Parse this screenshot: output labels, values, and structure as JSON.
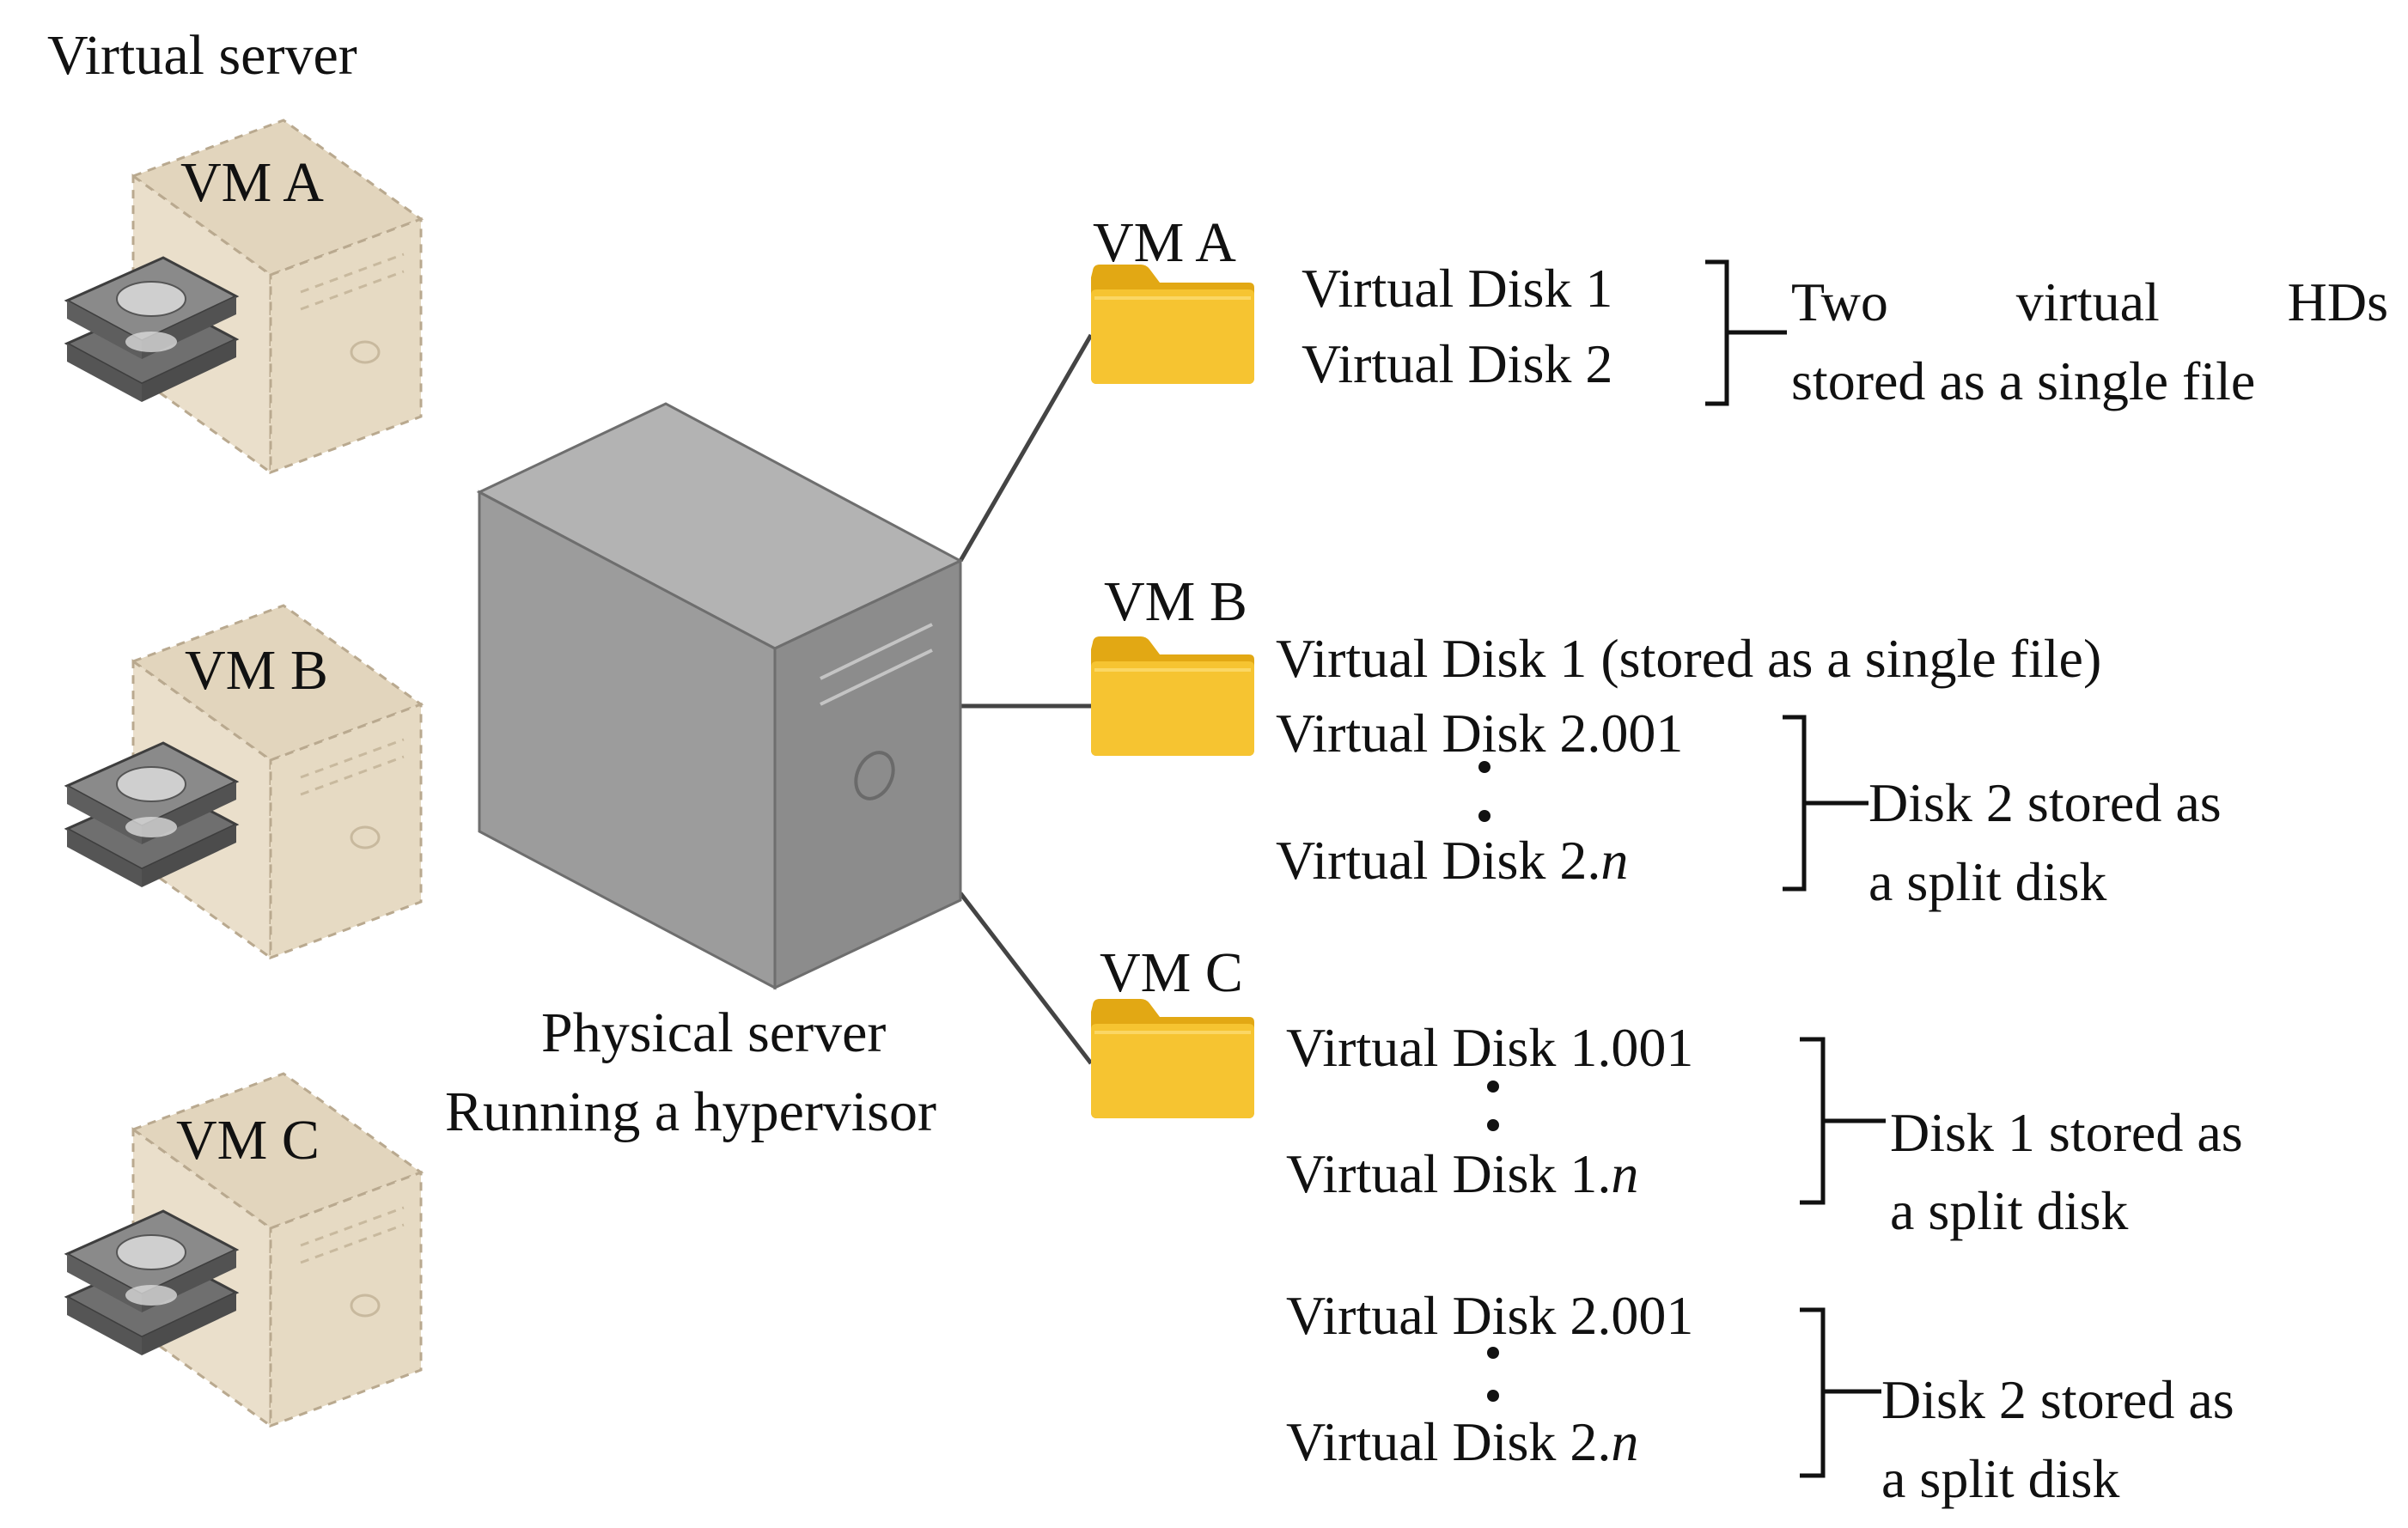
{
  "title": "Virtual server",
  "virtual_servers": [
    {
      "label": "VM A"
    },
    {
      "label": "VM B"
    },
    {
      "label": "VM C"
    }
  ],
  "physical_server": {
    "line1": "Physical server",
    "line2": "Running a hypervisor"
  },
  "vm_a": {
    "label": "VM A",
    "disk1": "Virtual Disk 1",
    "disk2": "Virtual Disk 2",
    "note_line1_word1": "Two",
    "note_line1_word2": "virtual",
    "note_line1_word3": "HDs",
    "note_line2": "stored as a single file"
  },
  "vm_b": {
    "label": "VM B",
    "disk1": "Virtual Disk 1 (stored as a single file)",
    "disk2_first": "Virtual Disk 2.001",
    "disk2_last_prefix": "Virtual Disk 2.",
    "disk2_last_suffix": "n",
    "note_line1": "Disk 2 stored as",
    "note_line2": "a split disk"
  },
  "vm_c": {
    "label": "VM C",
    "disk1_first": "Virtual Disk 1.001",
    "disk1_last_prefix": "Virtual Disk 1.",
    "disk1_last_suffix": "n",
    "disk1_note_line1": "Disk 1 stored as",
    "disk1_note_line2": "a split disk",
    "disk2_first": "Virtual Disk 2.001",
    "disk2_last_prefix": "Virtual Disk 2.",
    "disk2_last_suffix": "n",
    "disk2_note_line1": "Disk 2 stored as",
    "disk2_note_line2": "a split disk"
  },
  "colors": {
    "vm_box": "#eadfcb",
    "vm_box_edge": "#b9a98f",
    "server_front": "#9c9c9c",
    "server_side": "#8a8a8a",
    "server_top": "#b3b3b3",
    "folder": "#f6c431",
    "folder_dark": "#e2a814",
    "line": "#444444"
  }
}
